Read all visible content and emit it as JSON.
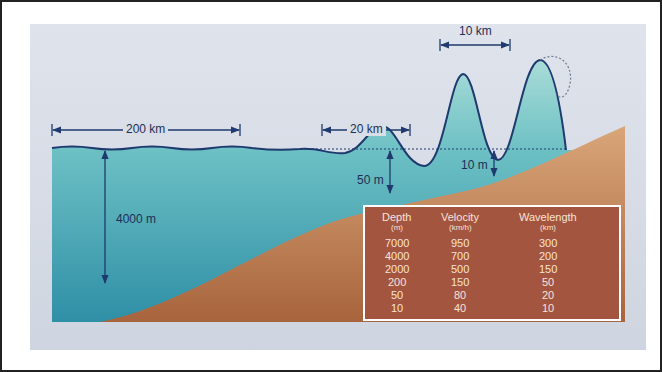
{
  "diagram": {
    "labels": [
      "200 km",
      "20 km",
      "10 km",
      "4000 m",
      "50 m",
      "10 m",
      "Depth",
      "(m)",
      "Velocity",
      "(km/h)",
      "Wavelength",
      "(km)",
      "7000",
      "950",
      "300",
      "4000",
      "700",
      "200",
      "2000",
      "500",
      "150",
      "200",
      "150",
      "50",
      "50",
      "80",
      "20",
      "10",
      "40",
      "10"
    ]
  }
}
